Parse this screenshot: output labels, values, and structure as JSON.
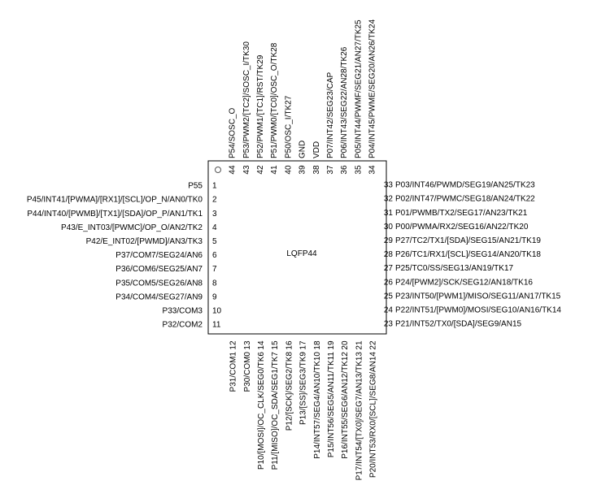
{
  "chip": {
    "package_label": "LQFP44"
  },
  "pins": {
    "left": [
      {
        "num": "1",
        "name": "P55"
      },
      {
        "num": "2",
        "name": "P45/INT41/[PWMA]/[RX1]/[SCL]/OP_N/AN0/TK0"
      },
      {
        "num": "3",
        "name": "P44/INT40/[PWMB]/[TX1]/[SDA]/OP_P/AN1/TK1"
      },
      {
        "num": "4",
        "name": "P43/E_INT03/[PWMC]/OP_O/AN2/TK2"
      },
      {
        "num": "5",
        "name": "P42/E_INT02/[PWMD]/AN3/TK3"
      },
      {
        "num": "6",
        "name": "P37/COM7/SEG24/AN6"
      },
      {
        "num": "7",
        "name": "P36/COM6/SEG25/AN7"
      },
      {
        "num": "8",
        "name": "P35/COM5/SEG26/AN8"
      },
      {
        "num": "9",
        "name": "P34/COM4/SEG27/AN9"
      },
      {
        "num": "10",
        "name": "P33/COM3"
      },
      {
        "num": "11",
        "name": "P32/COM2"
      }
    ],
    "bottom": [
      {
        "num": "12",
        "name": "P31/COM1"
      },
      {
        "num": "13",
        "name": "P30/COM0"
      },
      {
        "num": "14",
        "name": "P10/[MOSI]/OC_CLK/SEG0/TK6"
      },
      {
        "num": "15",
        "name": "P11/[MISO]/OC_SDA/SEG1/TK7"
      },
      {
        "num": "16",
        "name": "P12/[SCK]/SEG2/TK8"
      },
      {
        "num": "17",
        "name": "P13/[SS]/SEG3/TK9"
      },
      {
        "num": "18",
        "name": "P14/INT57/SEG4/AN10/TK10"
      },
      {
        "num": "19",
        "name": "P15/INT56/SEG5/AN11/TK11"
      },
      {
        "num": "20",
        "name": "P16/INT55/SEG6/AN12/TK12"
      },
      {
        "num": "21",
        "name": "P17/INT54/[TX0]/SEG7/AN13/TK13"
      },
      {
        "num": "22",
        "name": "P20/INT53/RX0/[SCL]/SEG8/AN14"
      }
    ],
    "right": [
      {
        "num": "23",
        "name": "P21/INT52/TX0/[SDA]/SEG9/AN15"
      },
      {
        "num": "24",
        "name": "P22/INT51/[PWM0]/MOSI/SEG10/AN16/TK14"
      },
      {
        "num": "25",
        "name": "P23/INT50/[PWM1]/MISO/SEG11/AN17/TK15"
      },
      {
        "num": "26",
        "name": "P24/[PWM2]/SCK/SEG12/AN18/TK16"
      },
      {
        "num": "27",
        "name": "P25/TC0/SS/SEG13/AN19/TK17"
      },
      {
        "num": "28",
        "name": "P26/TC1/RX1/[SCL]/SEG14/AN20/TK18"
      },
      {
        "num": "29",
        "name": "P27/TC2/TX1/[SDA]/SEG15/AN21/TK19"
      },
      {
        "num": "30",
        "name": "P00/PWMA/RX2/SEG16/AN22/TK20"
      },
      {
        "num": "31",
        "name": "P01/PWMB/TX2/SEG17/AN23/TK21"
      },
      {
        "num": "32",
        "name": "P02/INT47/PWMC/SEG18/AN24/TK22"
      },
      {
        "num": "33",
        "name": "P03/INT46/PWMD/SEG19/AN25/TK23"
      }
    ],
    "top": [
      {
        "num": "34",
        "name": "P04/INT45/PWME/SEG20/AN26/TK24"
      },
      {
        "num": "35",
        "name": "P05/INT44/PWMF/SEG21/AN27/TK25"
      },
      {
        "num": "36",
        "name": "P06/INT43/SEG22/AN28/TK26"
      },
      {
        "num": "37",
        "name": "P07/INT42/SEG23/CAP"
      },
      {
        "num": "38",
        "name": "VDD"
      },
      {
        "num": "39",
        "name": "GND"
      },
      {
        "num": "40",
        "name": "P50/OSC_I/TK27"
      },
      {
        "num": "41",
        "name": "P51/PWM0/[TC0]/OSC_O/TK28"
      },
      {
        "num": "42",
        "name": "P52/PWM1/[TC1]/RST/TK29"
      },
      {
        "num": "43",
        "name": "P53/PWM2/[TC2]/SOSC_I/TK30"
      },
      {
        "num": "44",
        "name": "P54/SOSC_O"
      }
    ]
  }
}
